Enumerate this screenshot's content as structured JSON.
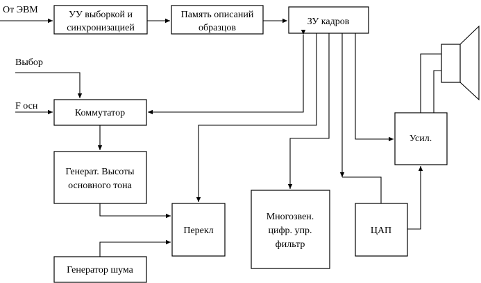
{
  "inputs": {
    "from_computer": "От ЭВМ",
    "select": "Выбор",
    "f_base": "F осн"
  },
  "blocks": {
    "sync_control": [
      "УУ выборкой и",
      "синхронизацией"
    ],
    "sample_memory": [
      "Память описаний",
      "образцов"
    ],
    "frame_storage": "ЗУ кадров",
    "switch": "Коммутатор",
    "pitch_generator": [
      "Генерат. Высоты",
      "основного тона"
    ],
    "toggle_switch": "Перекл",
    "noise_generator": "Генератор шума",
    "filter": [
      "Многозвен.",
      "цифр. упр.",
      "фильтр"
    ],
    "dac": "ЦАП",
    "amplifier": "Усил."
  },
  "colors": {
    "stroke": "#000000",
    "background": "#ffffff"
  }
}
